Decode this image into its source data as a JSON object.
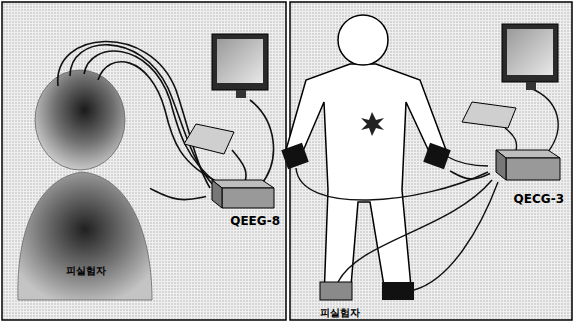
{
  "diagram": {
    "nodes": [
      {
        "text": [
          "피실험자"
        ]
      },
      {
        "text": [
          "QEEG-8"
        ]
      },
      {
        "text": [
          "QECG-3"
        ]
      },
      {
        "text": [
          "피실험자"
        ]
      }
    ],
    "edges": [
      {
        "from": 0,
        "to": 1,
        "arrow": "none"
      },
      {
        "from": 3,
        "to": 2,
        "arrow": "none"
      }
    ]
  }
}
